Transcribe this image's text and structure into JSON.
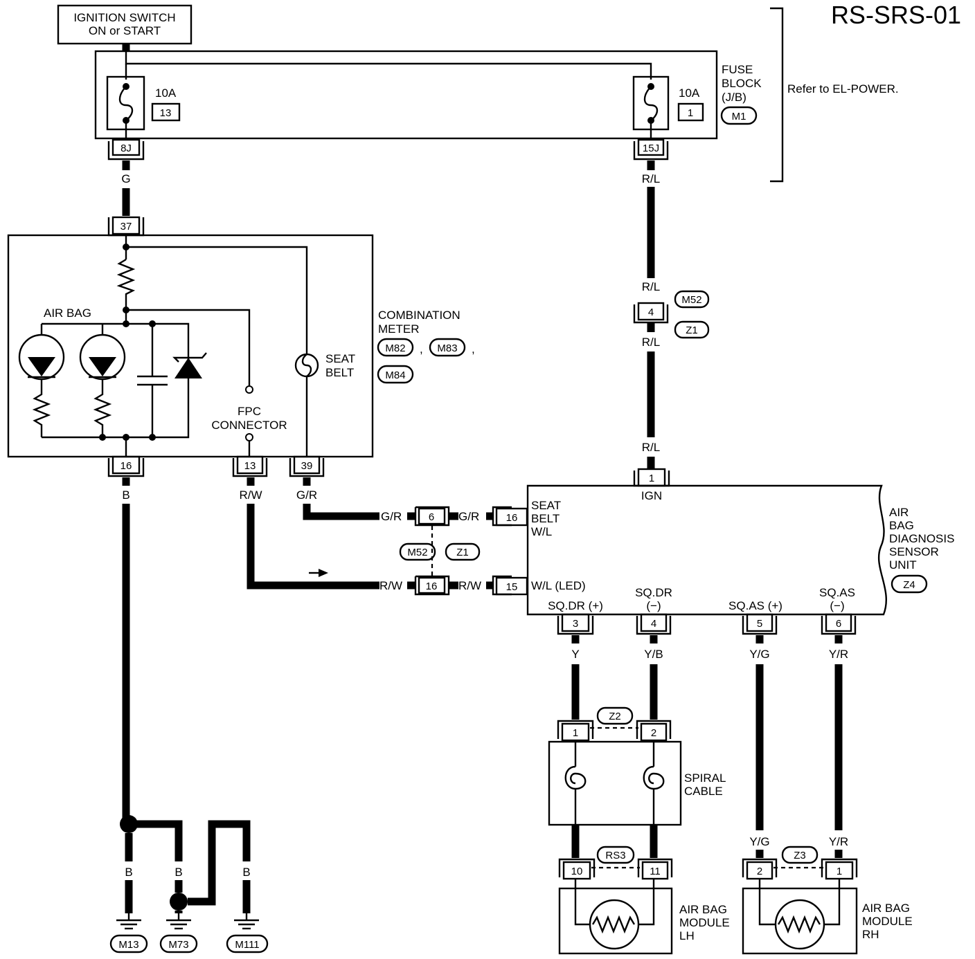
{
  "diagram_id": "RS-SRS-01",
  "ignition_switch": {
    "line1": "IGNITION SWITCH",
    "line2": "ON or START"
  },
  "fuse_block": {
    "label_lines": [
      "FUSE",
      "BLOCK",
      "(J/B)"
    ],
    "connector": "M1",
    "reference": "Refer to EL-POWER.",
    "fuses": [
      {
        "rating": "10A",
        "number": "13",
        "terminal": "8J",
        "wire_color": "G"
      },
      {
        "rating": "10A",
        "number": "1",
        "terminal": "15J",
        "wire_color": "R/L"
      }
    ]
  },
  "combination_meter": {
    "label_lines": [
      "COMBINATION",
      "METER"
    ],
    "connectors": [
      "M82",
      "M83",
      "M84"
    ],
    "separator": ",",
    "air_bag_label": "AIR BAG",
    "seat_belt_lines": [
      "SEAT",
      "BELT"
    ],
    "fpc_lines": [
      "FPC",
      "CONNECTOR"
    ],
    "terminals": {
      "power": "37",
      "ground": "16",
      "fpc": "13",
      "seat_belt": "39"
    },
    "wires": {
      "power": "G",
      "ground": "B",
      "fpc": "R/W",
      "seat_belt": "G/R"
    }
  },
  "harness_connector": {
    "ids": [
      "M52",
      "Z1"
    ],
    "ign_pin": "4",
    "seat_belt_pin": "6",
    "led_pin": "16"
  },
  "diagnosis_sensor_unit": {
    "label_lines": [
      "AIR",
      "BAG",
      "DIAGNOSIS",
      "SENSOR",
      "UNIT"
    ],
    "connector": "Z4",
    "ign": {
      "pin": "1",
      "label": "IGN",
      "wire": "R/L"
    },
    "seat_belt": {
      "pin": "16",
      "label_lines": [
        "SEAT",
        "BELT",
        "W/L"
      ],
      "wire": "G/R"
    },
    "led": {
      "pin": "15",
      "label": "W/L (LED)",
      "wire": "R/W"
    },
    "outputs": [
      {
        "pin": "3",
        "label_lines": [
          "SQ.DR (+)"
        ],
        "wire": "Y"
      },
      {
        "pin": "4",
        "label_lines": [
          "SQ.DR",
          "(−)"
        ],
        "wire": "Y/B"
      },
      {
        "pin": "5",
        "label_lines": [
          "SQ.AS (+)"
        ],
        "wire": "Y/G"
      },
      {
        "pin": "6",
        "label_lines": [
          "SQ.AS",
          "(−)"
        ],
        "wire": "Y/R"
      }
    ]
  },
  "spiral_cable": {
    "label_lines": [
      "SPIRAL",
      "CABLE"
    ],
    "connector_top": "Z2",
    "connector_bottom": "RS3",
    "pins_top": [
      "1",
      "2"
    ],
    "pins_bottom": [
      "10",
      "11"
    ]
  },
  "air_bag_module_lh": {
    "label_lines": [
      "AIR BAG",
      "MODULE",
      "LH"
    ]
  },
  "air_bag_module_rh": {
    "label_lines": [
      "AIR BAG",
      "MODULE",
      "RH"
    ],
    "connector": "Z3",
    "pins": [
      "2",
      "1"
    ],
    "wires": [
      "Y/G",
      "Y/R"
    ]
  },
  "grounds": {
    "wire": "B",
    "points": [
      "M13",
      "M73",
      "M111"
    ]
  }
}
